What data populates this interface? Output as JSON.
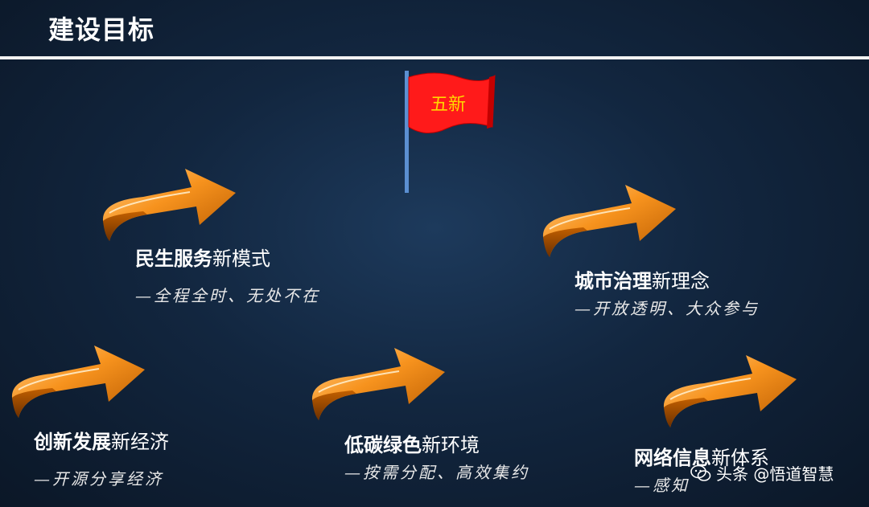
{
  "header": {
    "title": "建设目标"
  },
  "flag": {
    "label": "五新"
  },
  "items": [
    {
      "bold": "民生服务",
      "normal": "新模式",
      "sub": "—全程全时、无处不在"
    },
    {
      "bold": "城市治理",
      "normal": "新理念",
      "sub": "—开放透明、大众参与"
    },
    {
      "bold": "创新发展",
      "normal": "新经济",
      "sub": "—开源分享经济"
    },
    {
      "bold": "低碳绿色",
      "normal": "新环境",
      "sub": "—按需分配、高效集约"
    },
    {
      "bold": "网络信息",
      "normal": "新体系",
      "sub": "—感知"
    }
  ],
  "watermark": {
    "text": "头条 @悟道智慧"
  },
  "colors": {
    "flag": "#ff1a1a",
    "pole": "#5b8fd1",
    "arrow": "#f7931e",
    "background": "#12263f"
  }
}
